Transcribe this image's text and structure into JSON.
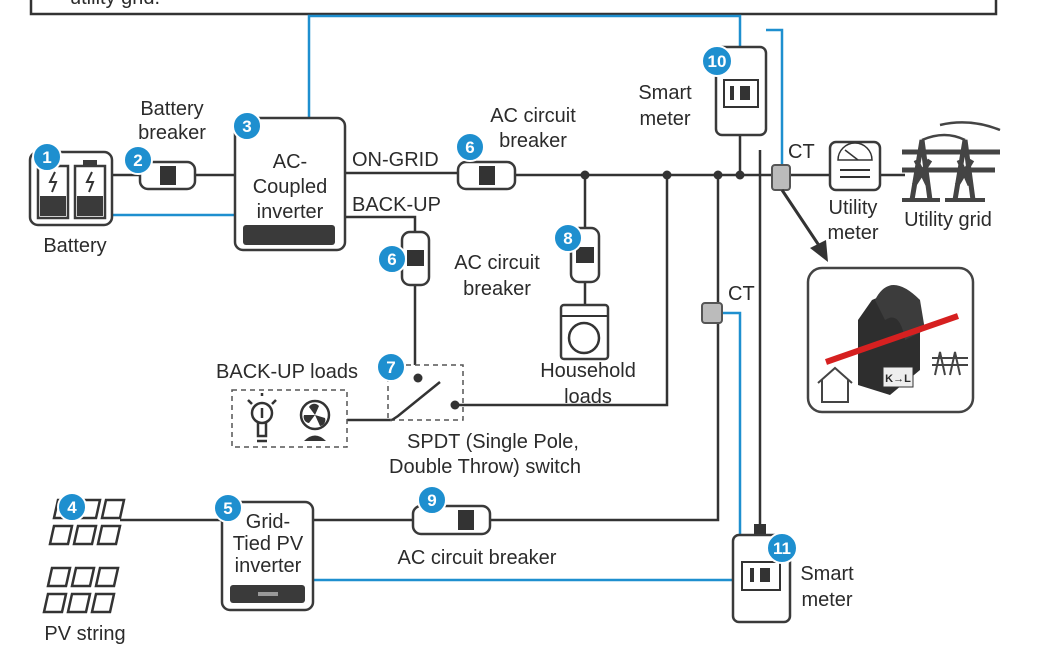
{
  "note": {
    "text": "utility grid."
  },
  "colors": {
    "accent": "#1e8fcf",
    "wire": "#333333",
    "cable": "#d62020"
  },
  "labels": {
    "battery": "Battery",
    "battery_breaker": [
      "Battery",
      "breaker"
    ],
    "inverter": [
      "AC-",
      "Coupled",
      "inverter"
    ],
    "on_grid": "ON-GRID",
    "back_up": "BACK-UP",
    "ac_breaker_top": [
      "AC circuit",
      "breaker"
    ],
    "ac_breaker_backup": [
      "AC circuit",
      "breaker"
    ],
    "smart_meter_top": [
      "Smart",
      "meter"
    ],
    "ct_top": "CT",
    "utility_meter": [
      "Utility",
      "meter"
    ],
    "utility_grid": "Utility grid",
    "ct_mid": "CT",
    "household_loads": [
      "Household",
      "loads"
    ],
    "backup_loads": "BACK-UP loads",
    "spdt": [
      "SPDT (Single Pole,",
      "Double Throw) switch"
    ],
    "pv_inverter": [
      "Grid-",
      "Tied PV",
      "inverter"
    ],
    "ac_breaker_pv": "AC circuit breaker",
    "smart_meter_bottom": [
      "Smart",
      "meter"
    ],
    "pv_string": "PV string",
    "ct_marking": "K→L"
  },
  "badges": [
    "1",
    "2",
    "3",
    "4",
    "5",
    "6",
    "6",
    "7",
    "8",
    "9",
    "10",
    "11"
  ],
  "icons": [
    "battery-icon",
    "breaker-icon",
    "inverter-icon",
    "smart-meter-icon",
    "ct-clamp-icon",
    "utility-meter-icon",
    "power-tower-icon",
    "washing-machine-icon",
    "light-bulb-icon",
    "fan-icon",
    "spdt-switch-icon",
    "solar-panel-icon",
    "house-icon"
  ]
}
